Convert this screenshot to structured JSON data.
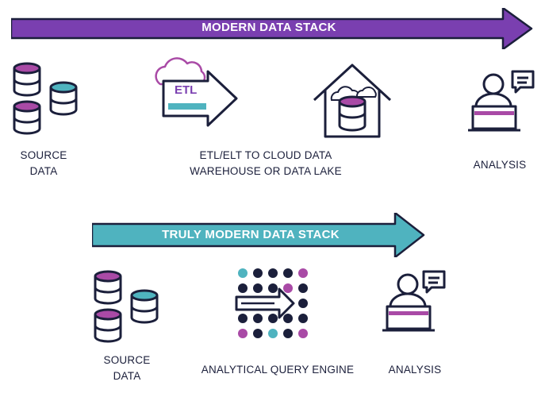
{
  "colors": {
    "purple": "#7a3fb0",
    "teal": "#4fb3bf",
    "navy": "#1b1f3b",
    "magenta": "#a94aa6"
  },
  "top_section": {
    "banner": "MODERN DATA STACK",
    "stages": [
      {
        "icon": "database-stack-icon",
        "caption_lines": [
          "SOURCE",
          "DATA"
        ]
      },
      {
        "icon": "etl-cloud-arrow-icon",
        "icon_text": "ETL",
        "caption_lines": [
          "ETL/ELT TO CLOUD DATA",
          "WAREHOUSE OR DATA LAKE"
        ]
      },
      {
        "icon": "person-laptop-chat-icon",
        "caption_lines": [
          "ANALYSIS"
        ]
      }
    ],
    "extra_icons": [
      "cloud-house-database-icon"
    ]
  },
  "bottom_section": {
    "banner": "TRULY MODERN DATA STACK",
    "stages": [
      {
        "icon": "database-stack-icon",
        "caption_lines": [
          "SOURCE",
          "DATA"
        ]
      },
      {
        "icon": "query-engine-grid-icon",
        "caption_lines": [
          "ANALYTICAL QUERY ENGINE"
        ]
      },
      {
        "icon": "person-laptop-chat-icon",
        "caption_lines": [
          "ANALYSIS"
        ]
      }
    ]
  }
}
